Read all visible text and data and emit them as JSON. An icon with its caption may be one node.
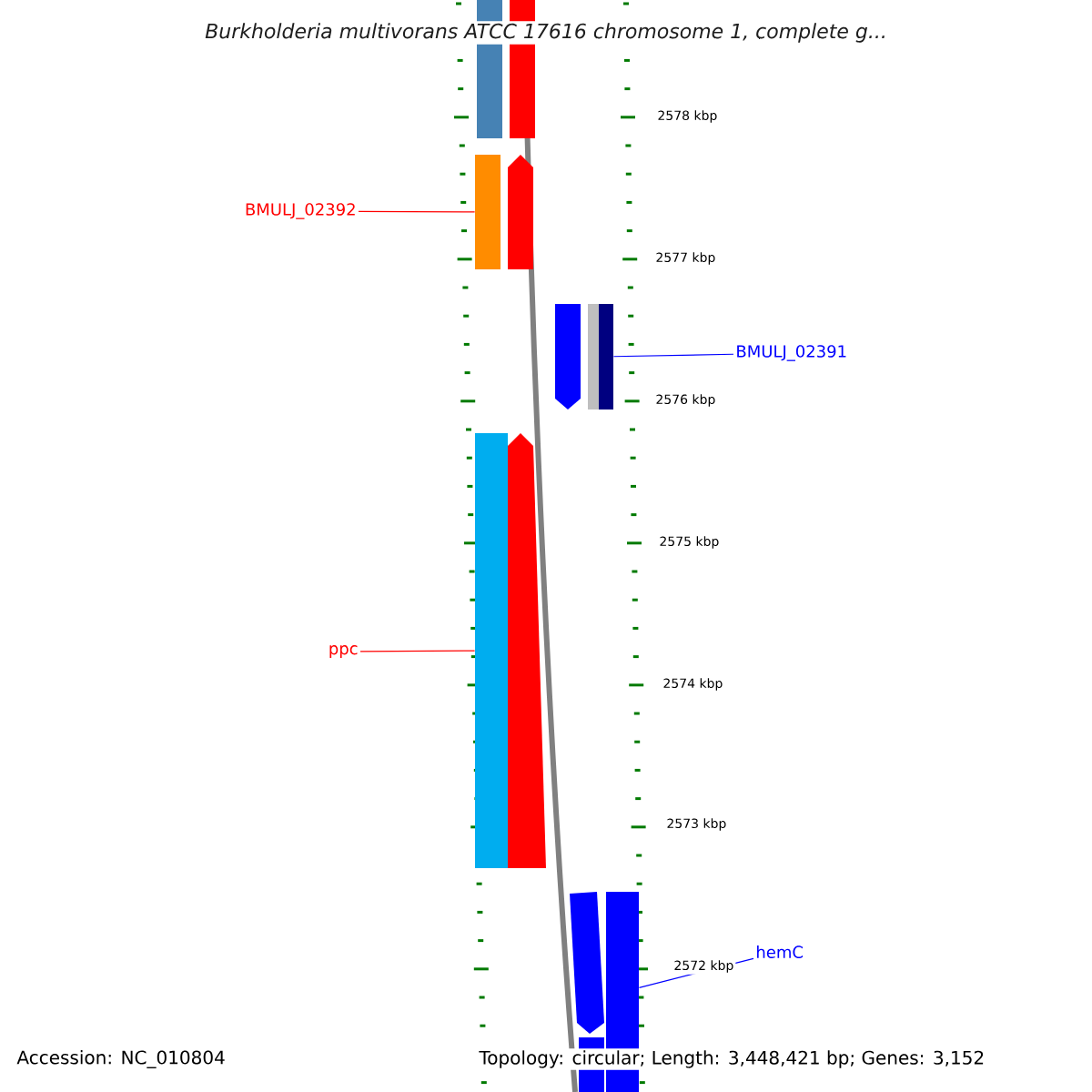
{
  "diagram": {
    "title": "Burkholderia multivorans ATCC 17616 chromosome 1, complete g...",
    "nodes": [
      {
        "text": [
          "BMULJ_02392"
        ]
      },
      {
        "text": [],
        "shape": "bar"
      },
      {
        "text": [
          "BMULJ_02391"
        ]
      },
      {
        "text": [],
        "shape": "bar"
      },
      {
        "text": [
          "ppc"
        ]
      },
      {
        "text": [],
        "shape": "bar"
      },
      {
        "text": [
          "hemC"
        ]
      },
      {
        "text": [],
        "shape": "bar"
      }
    ],
    "edges": [
      {
        "from": 0,
        "to": 1,
        "arrow": "none",
        "color": "#ff0000"
      },
      {
        "from": 2,
        "to": 3,
        "arrow": "none",
        "color": "#0000ff"
      },
      {
        "from": 4,
        "to": 5,
        "arrow": "none",
        "color": "#ff0000"
      },
      {
        "from": 6,
        "to": 7,
        "arrow": "none",
        "color": "#0000ff"
      }
    ],
    "labels": [
      "2578 kbp",
      "2577 kbp",
      "2576 kbp",
      "2575 kbp",
      "2574 kbp",
      "2573 kbp",
      "2572 kbp",
      "Accession: NC_010804",
      "Topology: circular; Length: 3,448,421 bp; Genes: 3,152"
    ]
  }
}
